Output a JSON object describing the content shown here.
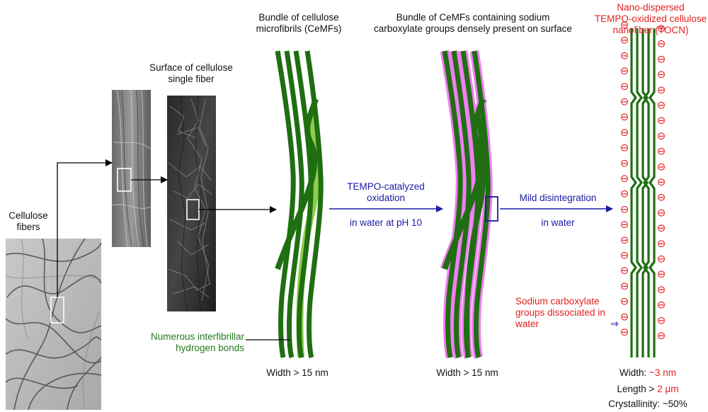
{
  "labels": {
    "cellulose_fibers": [
      "Cellulose",
      "fibers"
    ],
    "surface_single_fiber": [
      "Surface of cellulose",
      "single fiber"
    ],
    "bundle_cemfs": [
      "Bundle of cellulose",
      "microfibrils (CeMFs)"
    ],
    "bundle_carboxylate": [
      "Bundle of CeMFs containing sodium",
      "carboxylate groups densely present on surface"
    ],
    "tocn": [
      "Nano-dispersed",
      "TEMPO-oxidized cellulose",
      "nanofiber (TOCN)"
    ],
    "tempo_step": [
      "TEMPO-catalyzed",
      "oxidation"
    ],
    "tempo_condition": "in water at pH 10",
    "disintegration_step": "Mild disintegration",
    "disintegration_condition": "in water",
    "hydrogen_bonds": [
      "Numerous interfibrillar",
      "hydrogen bonds"
    ],
    "carboxylate_dissociated": [
      "Sodium carboxylate",
      "groups dissociated in",
      "water"
    ],
    "arrow_symbol": "⇒",
    "width_cemfs": "Width > 15 nm",
    "width_carboxylate": "Width > 15 nm",
    "tocn_width_label": "Width: ",
    "tocn_width_value": "~3 nm",
    "tocn_length_label": "Length > ",
    "tocn_length_value": "2 μm",
    "tocn_crystallinity": "Crystallinity: ~50%",
    "charge_symbol": "⊖"
  },
  "colors": {
    "dark_green": "#1f6e12",
    "light_green": "#8fcc4a",
    "magenta": "#f07ef0",
    "blue_text": "#1a1aa6",
    "red_text": "#e31e1e",
    "green_text": "#227a1e",
    "arrow_blue": "#1a1aa6"
  }
}
